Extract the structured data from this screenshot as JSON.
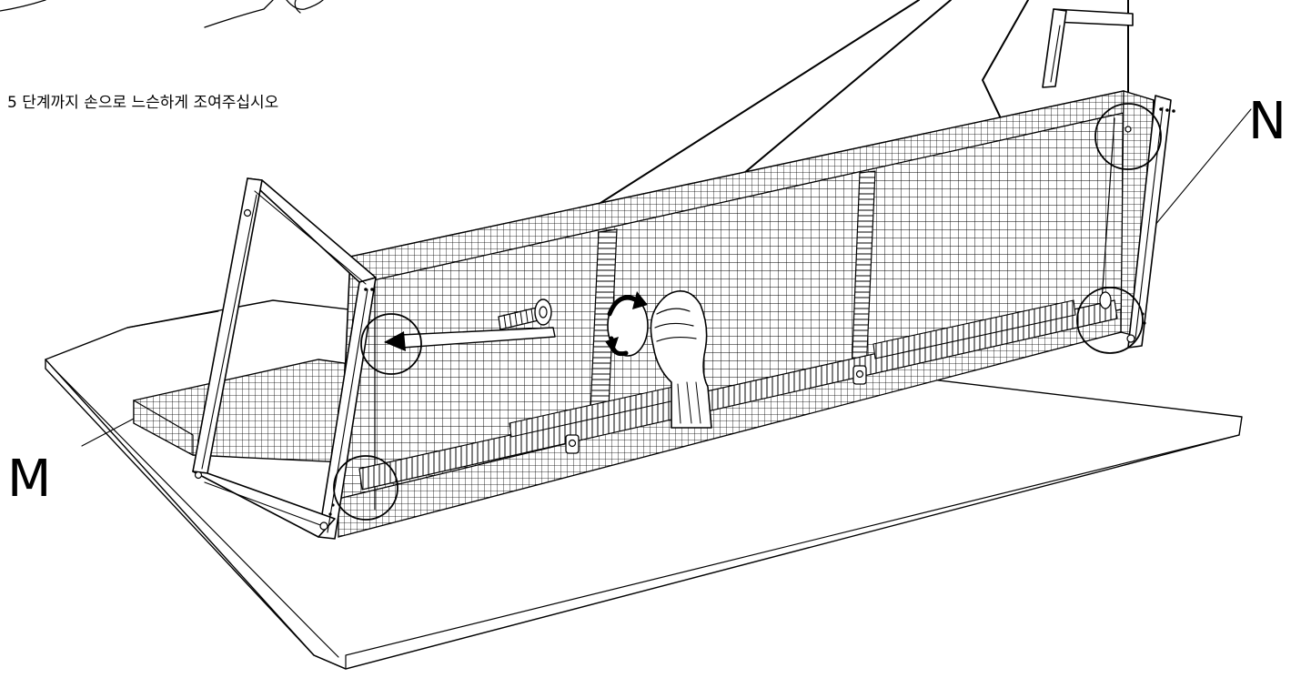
{
  "instruction": "5 단계까지 손으로 느슨하게 조여주십시오",
  "labels": {
    "m": "M",
    "n": "N"
  },
  "colors": {
    "ink": "#000000",
    "paper": "#ffffff"
  },
  "icons": [
    "hand-icon",
    "rotation-arrow-icon",
    "bolt-icon",
    "detail-circle-icon"
  ]
}
